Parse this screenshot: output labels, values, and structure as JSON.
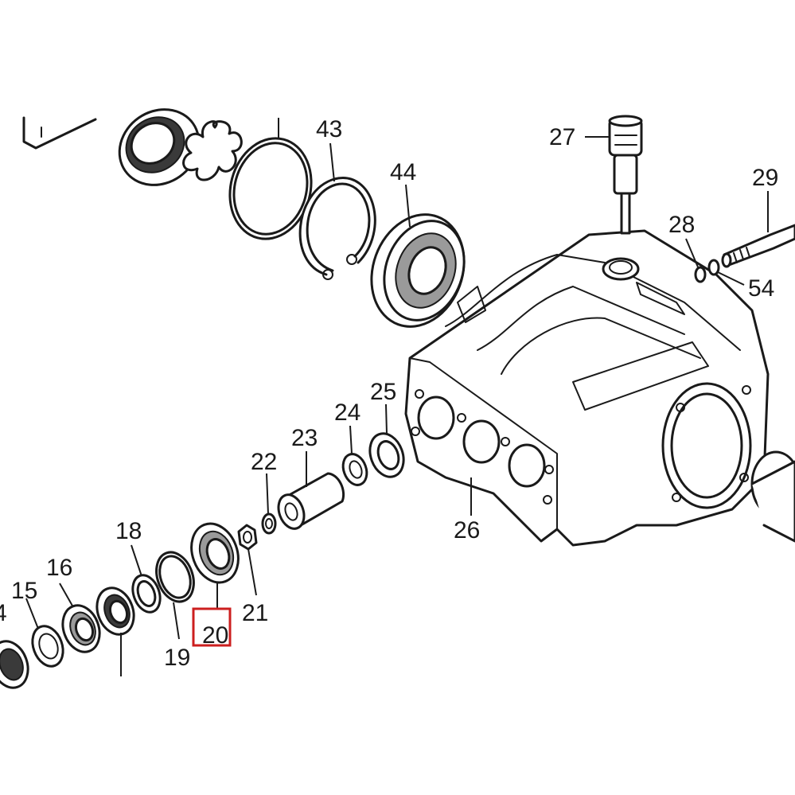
{
  "labels": {
    "p14": "4",
    "p15": "15",
    "p16": "16",
    "p18": "18",
    "p19": "19",
    "p20": "20",
    "p21": "21",
    "p22": "22",
    "p23": "23",
    "p24": "24",
    "p25": "25",
    "p26": "26",
    "p27": "27",
    "p28": "28",
    "p29": "29",
    "p43": "43",
    "p44": "44",
    "p54": "54"
  },
  "highlighted_part": "20",
  "colors": {
    "line": "#1a1a1a",
    "highlight": "#cc1f1f",
    "background": "#ffffff"
  }
}
